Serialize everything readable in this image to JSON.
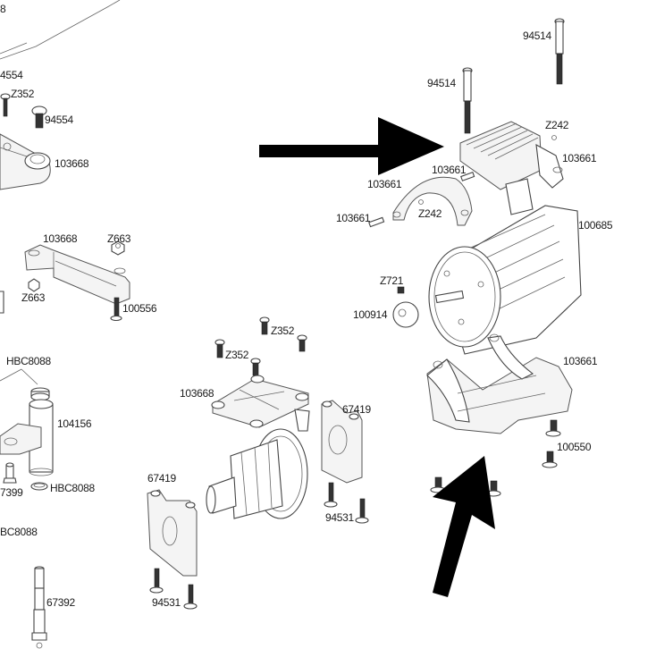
{
  "diagram": {
    "type": "exploded-parts-view",
    "subject": "RC car chassis, center differential and motor mount assembly",
    "labels": {
      "top_left_partial": "8",
      "left_94554_partial": "4554",
      "left_z352": "Z352",
      "left_94554": "94554",
      "left_plate_103668": "103668",
      "brace_103668": "103668",
      "brace_z663_top": "Z663",
      "brace_z663_bottom": "Z663",
      "brace_screw_100556": "100556",
      "post_hbc8088_top": "HBC8088",
      "post_104156": "104156",
      "post_67399_partial": "7399",
      "post_hbc8088_bottom": "HBC8088",
      "left_hbc8088_partial": "BC8088",
      "shaft_67392": "67392",
      "diff_z352_top": "Z352",
      "diff_z352_left": "Z352",
      "diff_cover_103668": "103668",
      "diff_mount_right_67419": "67419",
      "diff_mount_left_67419": "67419",
      "diff_screw_right_94531": "94531",
      "diff_screw_left_94531": "94531",
      "motor_screw_right_94514": "94514",
      "motor_screw_left_94514": "94514",
      "heatsink_z242": "Z242",
      "heatsink_103661": "103661",
      "pin_103661_upper": "103661",
      "strap_103661": "103661",
      "strap_z242": "Z242",
      "pin_103661_lower": "103661",
      "motor_100685": "100685",
      "setscrew_z721": "Z721",
      "pinion_100914": "100914",
      "mount_103661": "103661",
      "mount_screw_100550": "100550"
    },
    "arrows": [
      {
        "name": "arrow-pointing-right-to-heatsink",
        "target": "motor heatsink clamp (103661)",
        "direction": "right"
      },
      {
        "name": "arrow-pointing-up-to-motor-mount",
        "target": "motor mount base (103661)",
        "direction": "up"
      }
    ],
    "colors": {
      "line": "#444444",
      "arrow": "#000000",
      "background": "#ffffff"
    }
  }
}
